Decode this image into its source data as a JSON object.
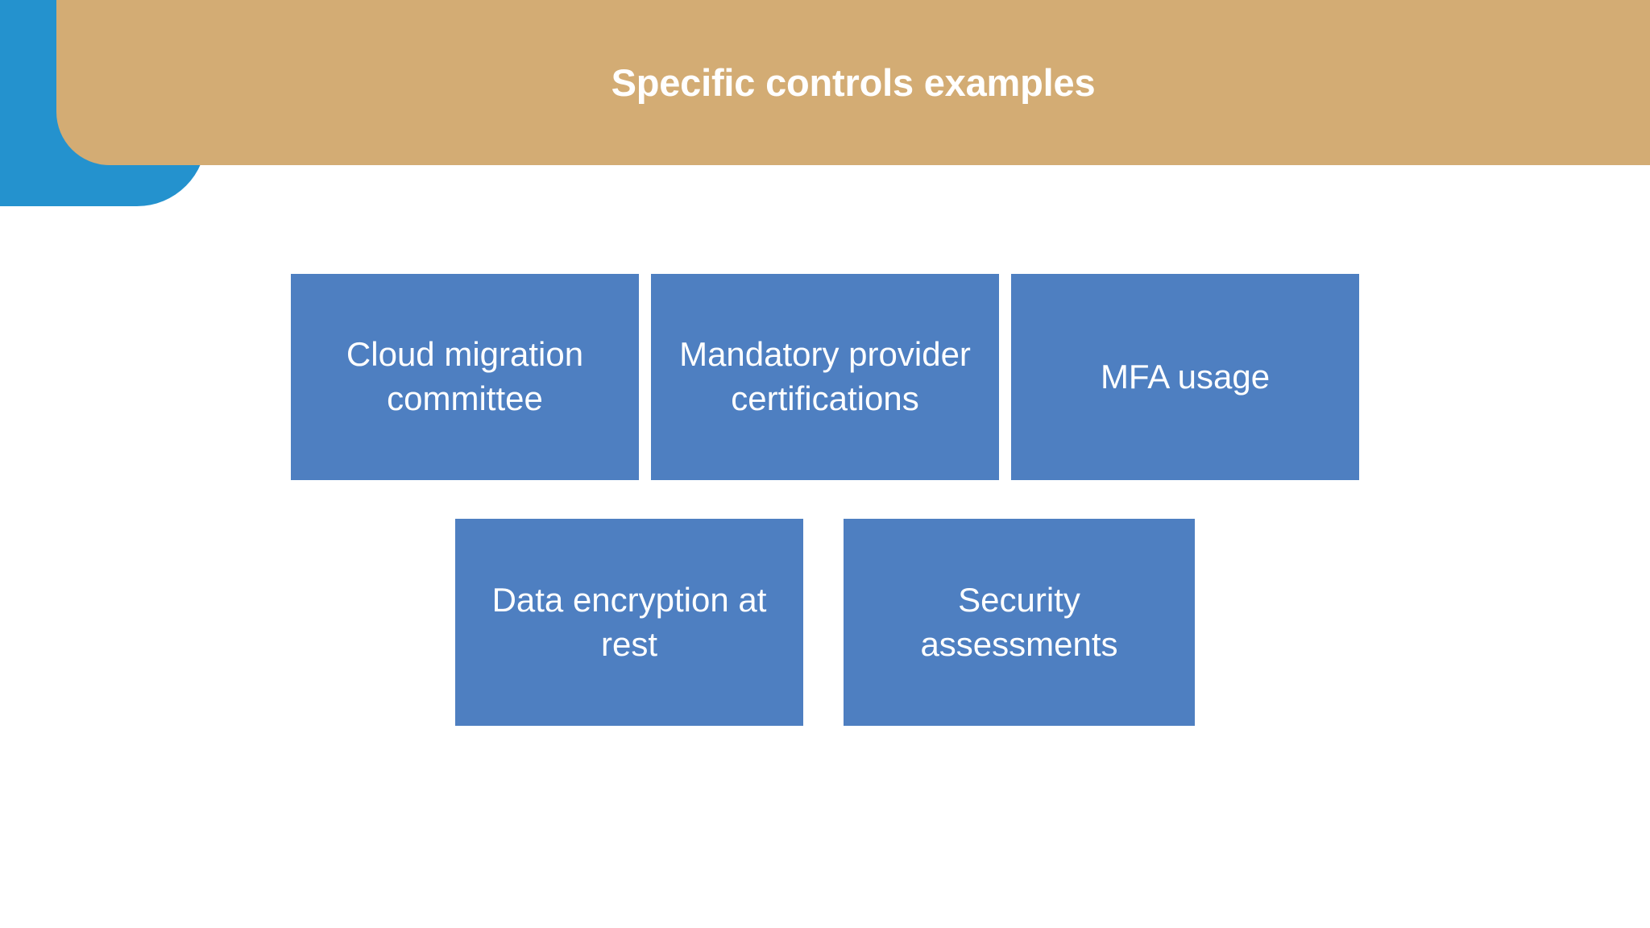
{
  "slide": {
    "title": "Specific controls examples",
    "background_color": "#FFFFFF",
    "accent_blue": "#2492CE",
    "accent_tan": "#D3AC74",
    "node_color": "#4E7FC1",
    "title_color": "#FFFFFF"
  },
  "diagram": {
    "type": "grouped-boxes",
    "rows": [
      {
        "nodes": [
          {
            "label": "Cloud migration committee"
          },
          {
            "label": "Mandatory provider certifications"
          },
          {
            "label": "MFA usage"
          }
        ]
      },
      {
        "nodes": [
          {
            "label": "Data encryption at rest"
          },
          {
            "label": "Security assessments"
          }
        ]
      }
    ]
  }
}
